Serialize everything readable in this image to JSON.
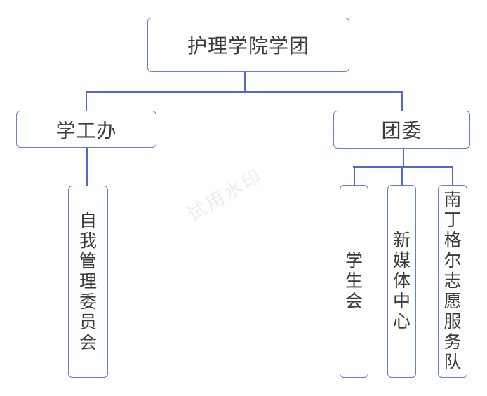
{
  "watermark": {
    "text": "试用水印"
  },
  "structure": {
    "root": "护理学院学团",
    "children": [
      {
        "label": "学工办",
        "children": [
          "自我管理委员会"
        ]
      },
      {
        "label": "团委",
        "children": [
          "学生会",
          "新媒体中心",
          "南丁格尔志愿服务队"
        ]
      }
    ]
  },
  "colors": {
    "node_border": "#637ed3",
    "connector": "#5168cd",
    "node_text": "#3a3a3a",
    "watermark_text": "#ececec",
    "background": "#ffffff"
  }
}
